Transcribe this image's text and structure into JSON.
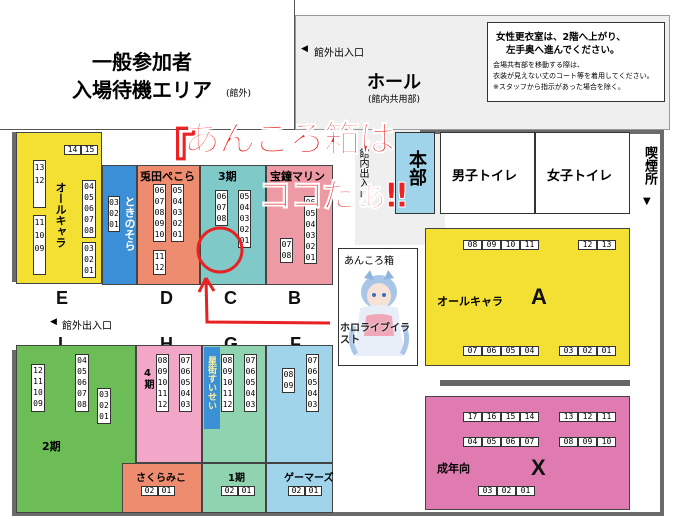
{
  "areas": {
    "waiting": {
      "line1": "一般参加者",
      "line2": "入場待機エリア",
      "note": "(館外)"
    },
    "hall": {
      "title": "ホール",
      "sub": "(館内共用部)"
    },
    "hall_exit": "館外出入口",
    "notice": {
      "title1": "女性更衣室は、2階へ上がり、",
      "title2": "左手奥へ進んでください。",
      "line1": "会場共有部を移動する際は、",
      "line2": "衣装が見えない丈のコート等を着用してください。",
      "line3": "※スタッフから指示があった場合を除く。"
    },
    "inner_exit": "館内出入口",
    "hq": "本部",
    "mens_toilet": "男子トイレ",
    "womens_toilet": "女子トイレ",
    "smoking": "喫煙所",
    "west_exit": "館外出入口"
  },
  "zones": {
    "E": {
      "letter": "E",
      "name": "オールキャラ",
      "top_cells": [
        "14",
        "15"
      ],
      "col1": "13\n12",
      "col2": "11\n10\n09",
      "col3": "04\n05\n06\n07\n08",
      "col4": "03\n02\n01"
    },
    "D": {
      "letter": "D",
      "name": "兎田ぺこら",
      "col1": "06\n07\n08\n09\n10",
      "col2": "05\n04\n03\n02\n01",
      "col3": "11\n12"
    },
    "tokino": {
      "name": "ときのそら",
      "col": "03\n02\n01"
    },
    "C": {
      "letter": "C",
      "name": "3期",
      "col1": "06\n07\n08",
      "col2": "05\n04\n03\n02\n01"
    },
    "B": {
      "letter": "B",
      "name": "宝鐘マリン",
      "col1": "07\n08",
      "col2": "06\n05\n04\n03\n02\n01"
    },
    "A": {
      "letter": "A",
      "name": "オールキャラ",
      "top_cells": [
        "08",
        "09",
        "10",
        "11"
      ],
      "top_right": [
        "12",
        "13"
      ],
      "bottom_cells": [
        "07",
        "06",
        "05",
        "04"
      ],
      "bottom_right": [
        "03",
        "02",
        "01"
      ]
    },
    "I": {
      "letter": "I",
      "name": "2期",
      "col1": "12\n11\n10\n09",
      "col2": "04\n05\n06\n07\n08",
      "col3": "03\n02\n01"
    },
    "H": {
      "letter": "H",
      "name": "4期",
      "col1": "08\n09\n10\n11\n12",
      "col2": "07\n06\n05\n04\n03"
    },
    "G": {
      "letter": "G",
      "name": "星街すいせい",
      "col1": "08\n09\n10\n11\n12",
      "col2": "07\n06\n05\n04\n03"
    },
    "F": {
      "letter": "F",
      "name": "ゲーマーズ",
      "col1": "08\n09",
      "col2": "07\n06\n05\n04\n03"
    },
    "sakura": {
      "name": "さくらみこ",
      "cells": [
        "02",
        "01"
      ]
    },
    "gen1": {
      "name": "1期",
      "cells": [
        "02",
        "01"
      ]
    },
    "X": {
      "letter": "X",
      "name": "成年向",
      "top_left": [
        "17",
        "16",
        "15",
        "14"
      ],
      "top_right": [
        "13",
        "12",
        "11"
      ],
      "mid_left": [
        "04",
        "05",
        "06",
        "07"
      ],
      "mid_right": [
        "08",
        "09",
        "10"
      ],
      "bottom": [
        "03",
        "02",
        "01"
      ]
    }
  },
  "illustration": {
    "title": "あんころ箱",
    "caption": "ホロライブイラスト"
  },
  "annotation": {
    "bracket": "『",
    "line1": "あんころ箱は",
    "line2": "ココだぁ‼"
  },
  "colors": {
    "yellow": "#f4e033",
    "salmon": "#ee8c6f",
    "blue": "#3a8fd6",
    "teal": "#7fc9c9",
    "pink": "#ee9aa4",
    "green": "#6dbd57",
    "lightpink": "#f2a7c9",
    "magenta": "#e07bb1",
    "red": "#e82222",
    "mint": "#8fd3b0",
    "lightblue": "#9fd4ea"
  }
}
